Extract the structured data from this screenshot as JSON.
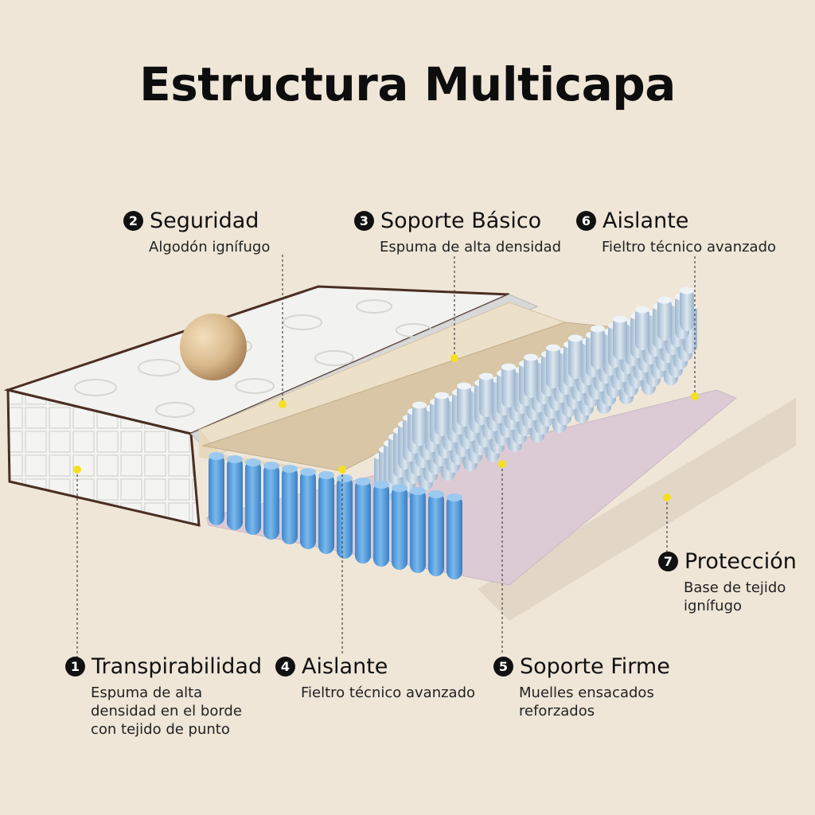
{
  "title": "Estructura Multicapa",
  "colors": {
    "background": "#efe6d8",
    "spring": "#5aa2e0",
    "foam": "#e8d9bd",
    "felt": "#d8c6a6",
    "base": "#dccbd4",
    "dot": "#f4e020"
  },
  "callouts": [
    {
      "num": "1",
      "title": "Transpirabilidad",
      "desc": "Espuma de alta\ndensidad en el borde\ncon tejido de punto"
    },
    {
      "num": "2",
      "title": "Seguridad",
      "desc": "Algodón ignífugo"
    },
    {
      "num": "3",
      "title": "Soporte Básico",
      "desc": "Espuma de alta densidad"
    },
    {
      "num": "4",
      "title": "Aislante",
      "desc": "Fieltro técnico avanzado"
    },
    {
      "num": "5",
      "title": "Soporte Firme",
      "desc": "Muelles ensacados\nreforzados"
    },
    {
      "num": "6",
      "title": "Aislante",
      "desc": "Fieltro técnico avanzado"
    },
    {
      "num": "7",
      "title": "Protección",
      "desc": "Base de tejido\nignífugo"
    }
  ]
}
